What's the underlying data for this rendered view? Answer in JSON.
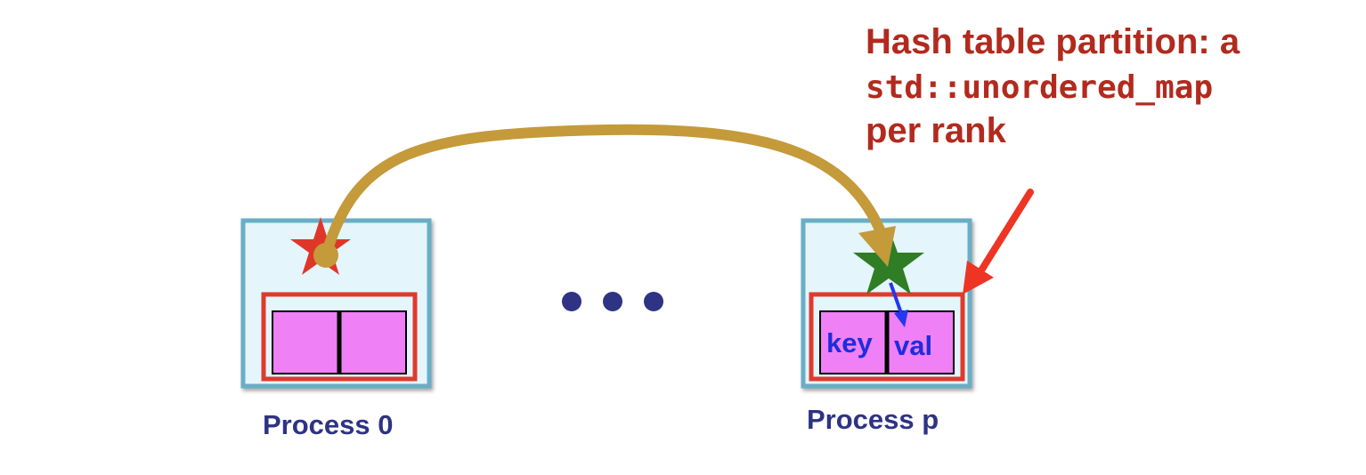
{
  "annotation": {
    "line1": "Hash table partition: a",
    "line2": "std::unordered_map",
    "line3": "per rank"
  },
  "processes": [
    {
      "label": "Process 0"
    },
    {
      "label": "Process p",
      "key_label": "key",
      "val_label": "val"
    }
  ],
  "colors": {
    "annotation_text": "#b22a1e",
    "process_label": "#2e3383",
    "cell_label": "#1e2ddc",
    "box_fill": "#e4f5fc",
    "box_border": "#6aaec6",
    "partition_border": "#e03a2c",
    "cell_fill": "#ef80f6",
    "arc": "#c49a3a",
    "red_star": "#e0362a",
    "green_star": "#2f7d25",
    "red_arrow": "#ee3524",
    "blue_arrow": "#2438ee",
    "ellipsis_dots": "#2e3383"
  }
}
